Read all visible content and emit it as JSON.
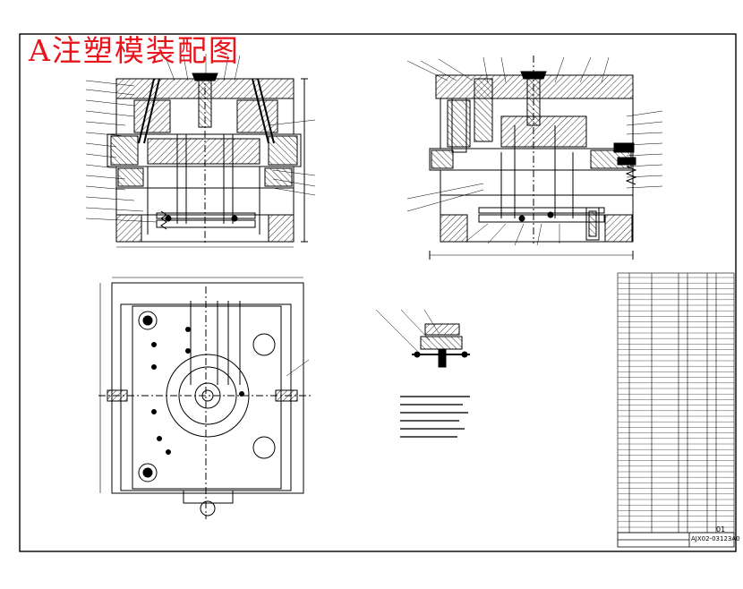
{
  "drawing": {
    "title": "A注塑模装配图",
    "sheet_no": "01",
    "drawing_code": "AJX02-03123A0"
  },
  "colors": {
    "title": "#e8141c",
    "line": "#000000",
    "hatch": "#000000",
    "background": "#ffffff"
  }
}
